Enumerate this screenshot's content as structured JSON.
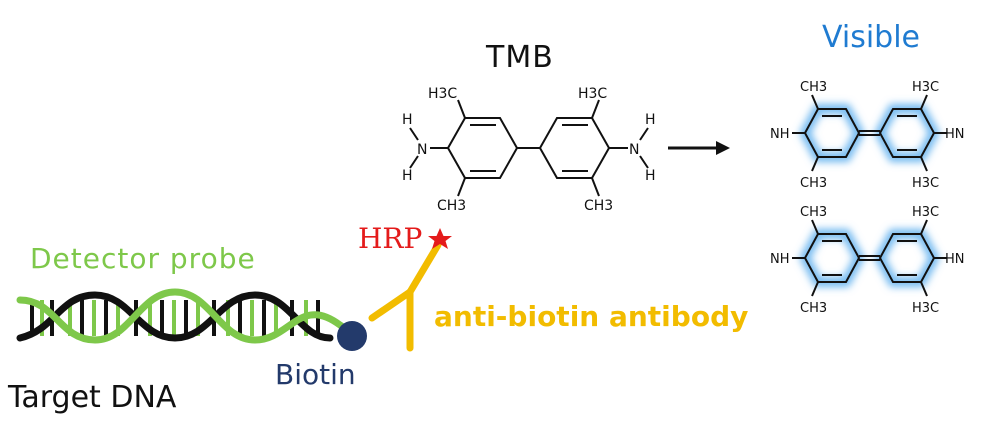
{
  "labels": {
    "tmb": "TMB",
    "visible": "Visible",
    "detector_probe": "Detector probe",
    "target_dna": "Target DNA",
    "biotin": "Biotin",
    "hrp": "HRP",
    "antibody": "anti-biotin antibody"
  },
  "chem": {
    "h3c": "H3C",
    "ch3": "CH3",
    "h": "H",
    "n": "N",
    "nh": "NH",
    "hn": "HN"
  },
  "colors": {
    "dna_green": "#7ec84a",
    "dna_black": "#111111",
    "biotin": "#233a6b",
    "antibody": "#f2bc00",
    "hrp": "#e41b1b",
    "visible_glow": "#6fb8f0"
  },
  "icons": {
    "arrow": "right-arrow-icon",
    "hrp_star": "star-icon"
  }
}
